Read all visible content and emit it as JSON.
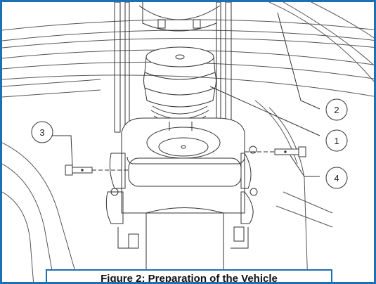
{
  "callouts": [
    {
      "number": "1"
    },
    {
      "number": "2"
    },
    {
      "number": "3"
    },
    {
      "number": "4"
    }
  ],
  "caption": {
    "figure_label": "Figure 2:",
    "title": " Preparation of the Vehicle"
  },
  "colors": {
    "frame": "#1f6fb3",
    "line": "#333333"
  }
}
